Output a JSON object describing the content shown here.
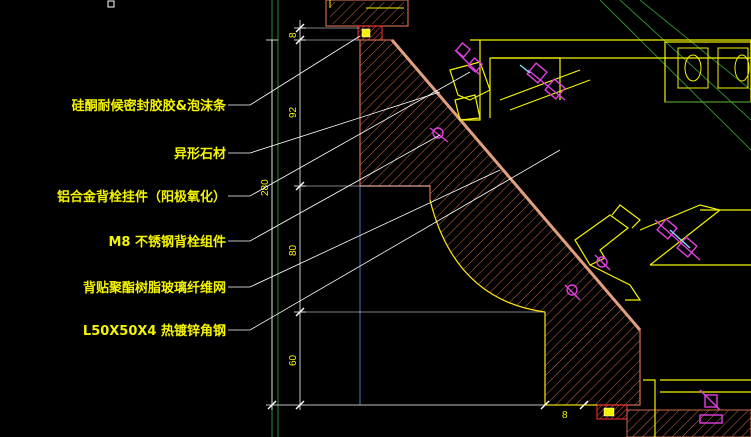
{
  "labels": [
    "硅酮耐候密封胶胶&泡沫条",
    "异形石材",
    "铝合金背栓挂件（阳极氧化）",
    "M8 不锈钢背栓组件",
    "背贴聚酯树脂玻璃纤维网",
    "L50X50X4 热镀锌角钢"
  ],
  "dimensions": [
    "8",
    "92",
    "280",
    "80",
    "60",
    "8"
  ],
  "colors": {
    "background": "#000000",
    "text": "#f4f400",
    "stone_hatch": "#c8694a",
    "steel_line": "#f4f400",
    "bolt": "#e040e0",
    "centerline": "#4a7ab8",
    "leader": "#ffffff"
  }
}
